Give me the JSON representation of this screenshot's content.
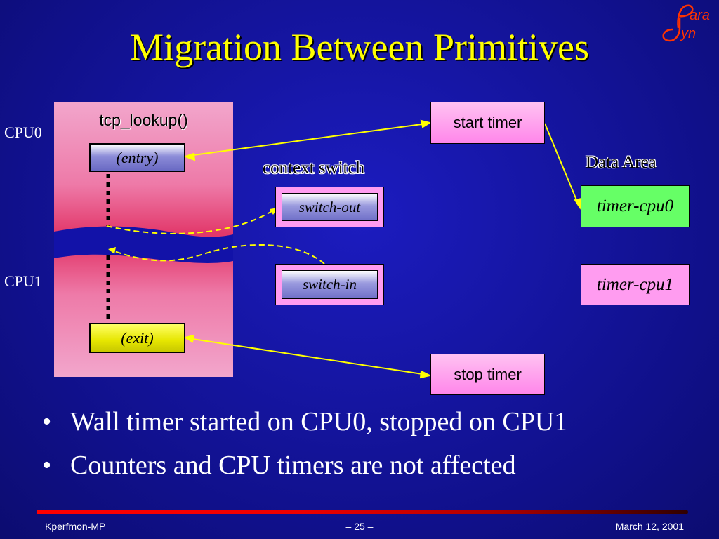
{
  "slide": {
    "title": "Migration Between Primitives",
    "logo": {
      "letters_top": "ara",
      "letters_bottom": "yn",
      "color": "#ff3300"
    }
  },
  "diagram": {
    "cpu0_label": "CPU0",
    "cpu1_label": "CPU1",
    "function_label": "tcp_lookup()",
    "entry_label": "(entry)",
    "exit_label": "(exit)",
    "start_timer_label": "start timer",
    "stop_timer_label": "stop timer",
    "context_switch_label": "context switch",
    "switch_out_label": "switch-out",
    "switch_in_label": "switch-in",
    "data_area_label": "Data Area",
    "timer_cpu0_label": "timer-cpu0",
    "timer_cpu1_label": "timer-cpu1",
    "colors": {
      "arrow": "#ffff00",
      "timer_cpu0_fill": "#66ff66",
      "timer_cpu1_fill": "#ff9cf0"
    }
  },
  "bullets": [
    "Wall timer started on CPU0, stopped on CPU1",
    "Counters and CPU timers are not affected"
  ],
  "footer": {
    "left": "Kperfmon-MP",
    "center": "– 25 –",
    "right": "March 12, 2001"
  }
}
